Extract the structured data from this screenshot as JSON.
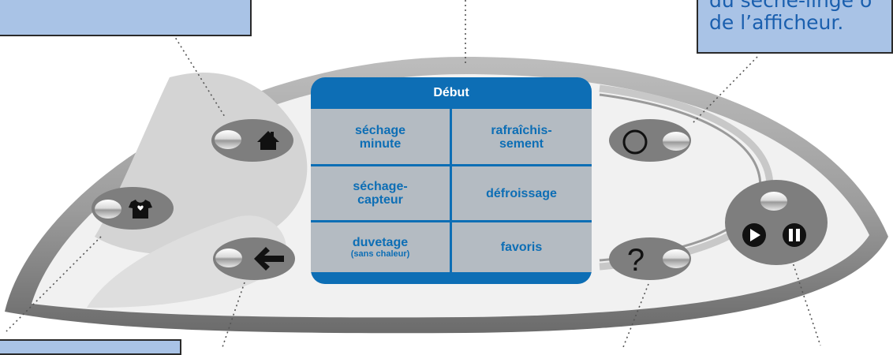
{
  "display": {
    "header": "Début",
    "options": [
      {
        "line1": "séchage",
        "line2": "minute"
      },
      {
        "line1": "rafraîchis-",
        "line2": "sement"
      },
      {
        "line1": "séchage-",
        "line2": "capteur"
      },
      {
        "line1": "défroissage"
      },
      {
        "line1": "duvetage",
        "sub": "(sans chaleur)"
      },
      {
        "line1": "favoris"
      }
    ]
  },
  "buttons": [
    {
      "name": "home-button",
      "icon": "home-icon"
    },
    {
      "name": "garment-button",
      "icon": "tshirt-icon"
    },
    {
      "name": "back-button",
      "icon": "left-arrow-icon"
    },
    {
      "name": "power-button",
      "icon": "power-circle-icon"
    },
    {
      "name": "help-button",
      "icon": "question-icon",
      "glyph": "?"
    },
    {
      "name": "start-pause-button",
      "icons": [
        "play-icon",
        "pause-icon"
      ]
    }
  ],
  "callout_text": {
    "line1": "du sèche-linge o",
    "line2": "de l’afficheur."
  },
  "colors": {
    "accent": "#0d6eb5",
    "callout_fill": "#a9c3e6",
    "callout_text": "#1a5fae",
    "screen_bg": "#b4bbc2",
    "panel_light": "#efefef",
    "panel_dark": "#7e7e7e"
  }
}
